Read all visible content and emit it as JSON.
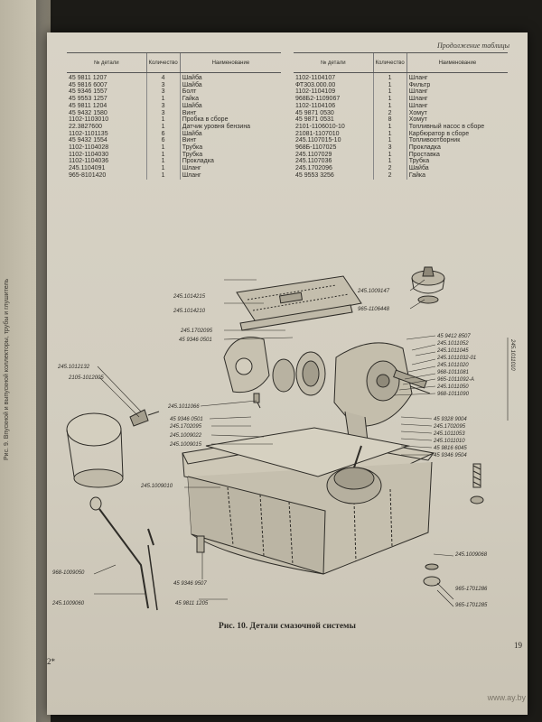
{
  "left_page": {
    "spine_text": "Рис. 9. Впускной и выпускной коллекторы, трубы и глушитель"
  },
  "header": {
    "continuation": "Продолжение таблицы"
  },
  "table": {
    "headers": {
      "part_no": "№ детали",
      "qty": "Количество",
      "name": "Наименование"
    },
    "left_rows": [
      {
        "part_no": "45 9811 1207",
        "qty": "4",
        "name": "Шайба"
      },
      {
        "part_no": "45 9816 6007",
        "qty": "3",
        "name": "Шайба"
      },
      {
        "part_no": "45 9346 1557",
        "qty": "3",
        "name": "Болт"
      },
      {
        "part_no": "45 9553 1257",
        "qty": "1",
        "name": "Гайка"
      },
      {
        "part_no": "45 9811 1204",
        "qty": "3",
        "name": "Шайба"
      },
      {
        "part_no": "45 9432 1580",
        "qty": "3",
        "name": "Винт"
      },
      {
        "part_no": "1102-1103010",
        "qty": "1",
        "name": "Пробка в сборе"
      },
      {
        "part_no": "22.3827600",
        "qty": "1",
        "name": "Датчик уровня бензина"
      },
      {
        "part_no": "1102-1101135",
        "qty": "6",
        "name": "Шайба"
      },
      {
        "part_no": "45 9432 1554",
        "qty": "6",
        "name": "Винт"
      },
      {
        "part_no": "1102-1104028",
        "qty": "1",
        "name": "Трубка"
      },
      {
        "part_no": "1102-1104030",
        "qty": "1",
        "name": "Трубка"
      },
      {
        "part_no": "1102-1104036",
        "qty": "1",
        "name": "Прокладка"
      },
      {
        "part_no": "245.1104091",
        "qty": "1",
        "name": "Шланг"
      },
      {
        "part_no": "965-8101420",
        "qty": "1",
        "name": "Шланг"
      }
    ],
    "right_rows": [
      {
        "part_no": "1102-1104107",
        "qty": "1",
        "name": "Шланг"
      },
      {
        "part_no": "ФТ303.000.00",
        "qty": "1",
        "name": "Фильтр"
      },
      {
        "part_no": "1102-1104109",
        "qty": "1",
        "name": "Шланг"
      },
      {
        "part_no": "968Б2-1109067",
        "qty": "1",
        "name": "Шланг"
      },
      {
        "part_no": "1102-1104106",
        "qty": "1",
        "name": "Шланг"
      },
      {
        "part_no": "45 9871 0530",
        "qty": "2",
        "name": "Хомут"
      },
      {
        "part_no": "45 9871 0531",
        "qty": "8",
        "name": "Хомут"
      },
      {
        "part_no": "2101-1106010-10",
        "qty": "1",
        "name": "Топливный насос в сборе"
      },
      {
        "part_no": "21081-1107010",
        "qty": "1",
        "name": "Карбюратор в сборе"
      },
      {
        "part_no": "245.1107015-10",
        "qty": "1",
        "name": "Топливоотборник"
      },
      {
        "part_no": "968Б-1107025",
        "qty": "3",
        "name": "Прокладка"
      },
      {
        "part_no": "245.1107029",
        "qty": "1",
        "name": "Проставка"
      },
      {
        "part_no": "245.1107036",
        "qty": "1",
        "name": "Трубка"
      },
      {
        "part_no": "245.1702096",
        "qty": "2",
        "name": "Шайба"
      },
      {
        "part_no": "45 9553 3256",
        "qty": "2",
        "name": "Гайка"
      }
    ]
  },
  "figure": {
    "labels": {
      "l1": "245.1014215",
      "l2": "245.1014210",
      "l3": "245.1702095",
      "l4": "45 9346 0501",
      "l5": "245.1012132",
      "l6": "2105-1012005",
      "l7": "245.1011066",
      "l8": "45 9346 0501",
      "l9": "245.1702095",
      "l10": "245.1009022",
      "l11": "245.1009015",
      "l12": "245.1009010",
      "l13": "968-1009050",
      "l14": "245.1009060",
      "l15": "45 9346 9507",
      "l16": "45 9811 1205",
      "l17": "245.1009147",
      "l18": "965-1106448",
      "l19": "45 9412 8507",
      "l20": "245.1011052",
      "l21": "245.1011045",
      "l22": "245.1011032-01",
      "l23": "245.1011020",
      "l24": "968-1011081",
      "l25": "965-1011092-А",
      "l26": "245.1011050",
      "l27": "968-1011090",
      "l28": "45 9328 9004",
      "l29": "245.1702095",
      "l30": "245.1011053",
      "l31": "245.1011010",
      "l32": "45 9816 6045",
      "l33": "45 9346 9504",
      "l34": "245.1009068",
      "l35": "965-1701286",
      "l36": "965-1701285",
      "l37": "245.1011010"
    },
    "caption": "Рис. 10. Детали смазочной системы"
  },
  "footer": {
    "page_number": "19",
    "signature": "2*"
  },
  "watermark": "www.ay.by"
}
